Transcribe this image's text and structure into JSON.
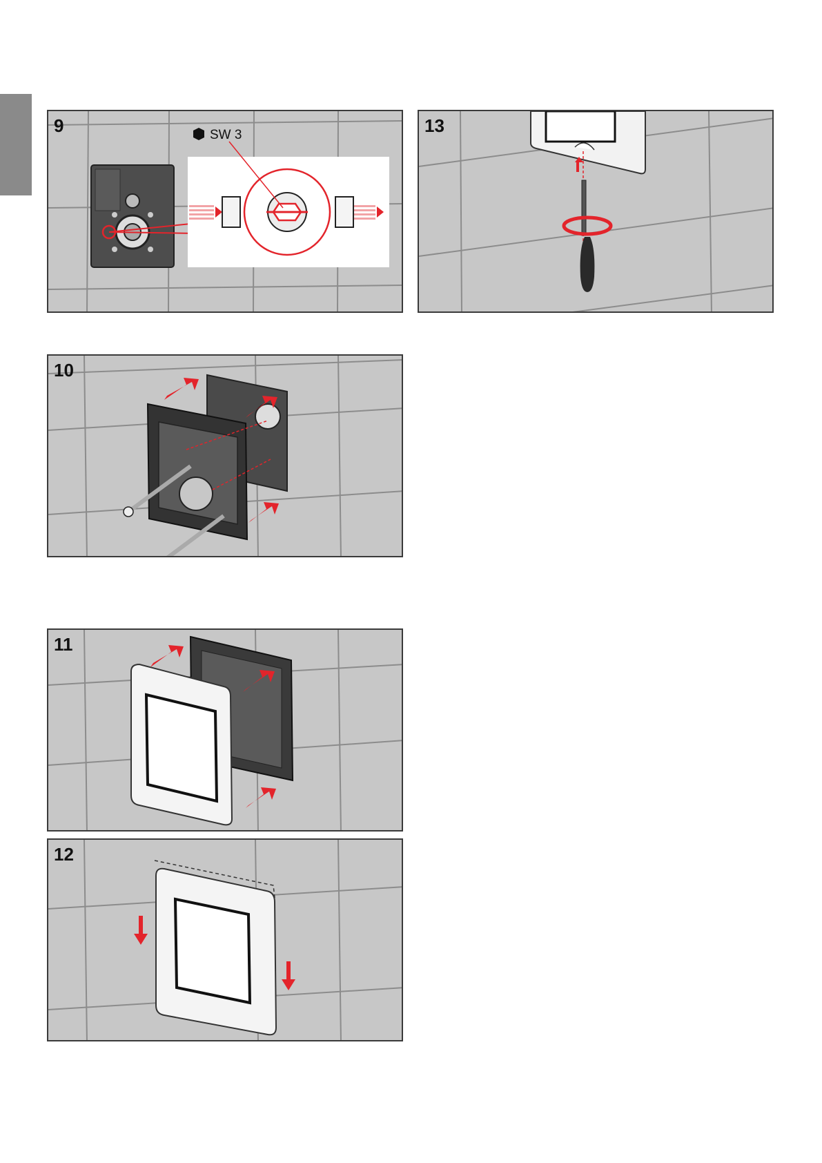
{
  "page": {
    "side_tab_color": "#8a8a8a"
  },
  "colors": {
    "tile": "#c7c7c7",
    "grout": "#8c8c8c",
    "frame": "#3a3a3a",
    "accent_red": "#e3242b",
    "dark_part": "#4a4a4a"
  },
  "steps": [
    {
      "number": "9",
      "label": "SW 3"
    },
    {
      "number": "13"
    },
    {
      "number": "10"
    },
    {
      "number": "11"
    },
    {
      "number": "12"
    }
  ]
}
